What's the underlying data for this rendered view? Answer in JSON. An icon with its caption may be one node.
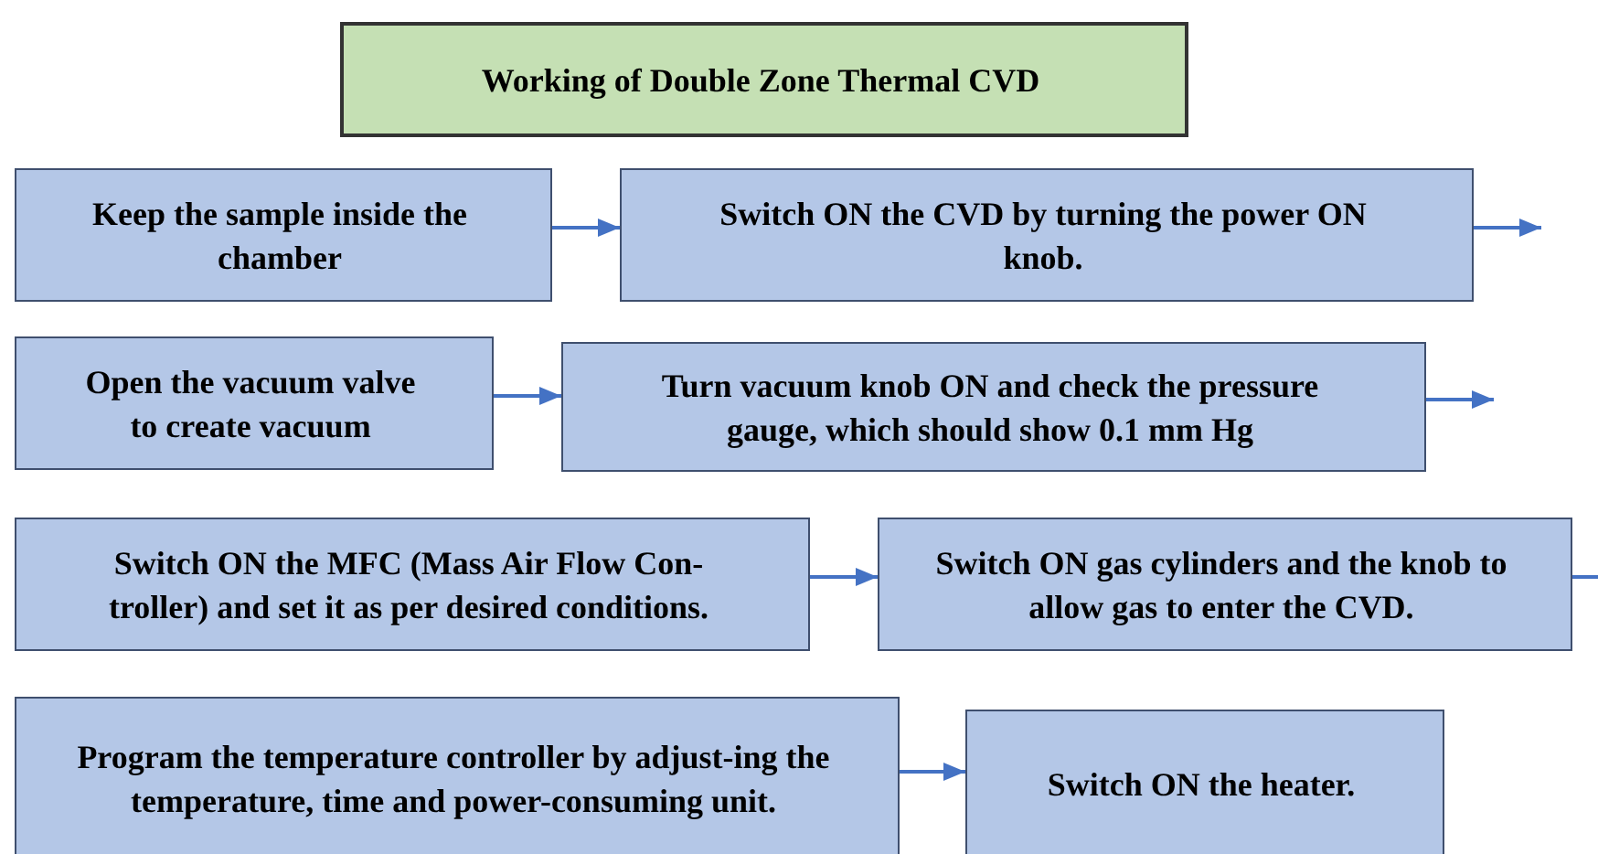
{
  "diagram": {
    "title": "Working of Double Zone Thermal CVD",
    "nodes": [
      {
        "text": [
          "Keep the sample inside the chamber"
        ]
      },
      {
        "text": [
          "Switch ON the CVD by turning the power ON knob."
        ]
      },
      {
        "text": [
          "Open the vacuum valve to create vacuum"
        ]
      },
      {
        "text": [
          "Turn vacuum knob ON and check the pressure gauge, which should show 0.1 mm Hg"
        ]
      },
      {
        "text": [
          "Switch ON the MFC (Mass Air Flow Con-troller) and set it as per desired conditions."
        ]
      },
      {
        "text": [
          "Switch ON gas cylinders and the knob to allow gas to enter the CVD."
        ]
      },
      {
        "text": [
          "Program the temperature controller by adjust-ing the temperature, time and power-consuming unit."
        ]
      },
      {
        "text": [
          "Switch ON the heater."
        ]
      }
    ],
    "edges": [
      {
        "from": 0,
        "to": 1,
        "arrow": "to"
      },
      {
        "from": 1,
        "to": null,
        "arrow": "to"
      },
      {
        "from": 2,
        "to": 3,
        "arrow": "to"
      },
      {
        "from": 3,
        "to": null,
        "arrow": "to"
      },
      {
        "from": 4,
        "to": 5,
        "arrow": "to"
      },
      {
        "from": 5,
        "to": null,
        "arrow": "to"
      },
      {
        "from": 6,
        "to": 7,
        "arrow": "to"
      }
    ]
  }
}
